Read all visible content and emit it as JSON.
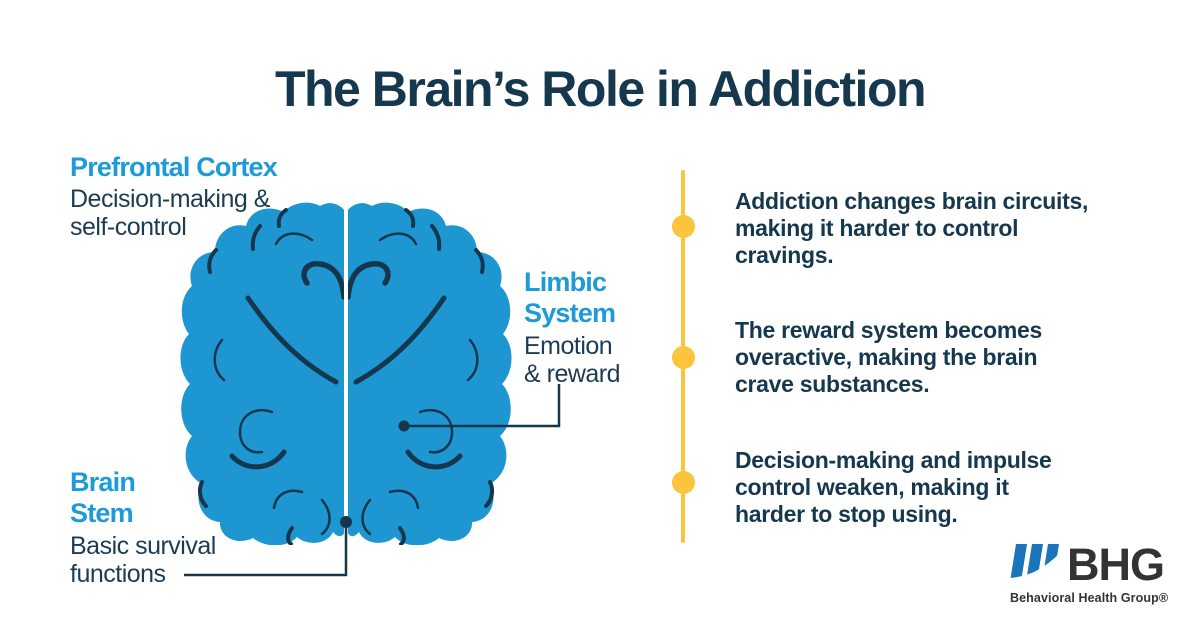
{
  "title": "The Brain’s Role in Addiction",
  "colors": {
    "accent_blue": "#1D9BD8",
    "brain_blue": "#1E96D2",
    "navy_text": "#16384E",
    "timeline_yellow": "#FAC43C",
    "logo_blue": "#1B75BB",
    "logo_gray": "#333333",
    "background": "#FFFFFF"
  },
  "brain_labels": {
    "prefrontal": {
      "name": "Prefrontal Cortex",
      "description": "Decision-making &\nself-control"
    },
    "limbic": {
      "name": "Limbic\nSystem",
      "description": "Emotion\n& reward"
    },
    "brain_stem": {
      "name": "Brain\nStem",
      "description": "Basic survival\nfunctions"
    }
  },
  "key_points": [
    {
      "text": "Addiction changes brain circuits,\nmaking it harder to control\ncravings."
    },
    {
      "text": "The reward system becomes\noveractive, making the brain\ncrave substances."
    },
    {
      "text": "Decision-making and impulse\ncontrol weaken, making it\nharder to stop using."
    }
  ],
  "logo": {
    "acronym": "BHG",
    "tagline": "Behavioral Health Group®",
    "icon": "bhg-bars-icon"
  }
}
